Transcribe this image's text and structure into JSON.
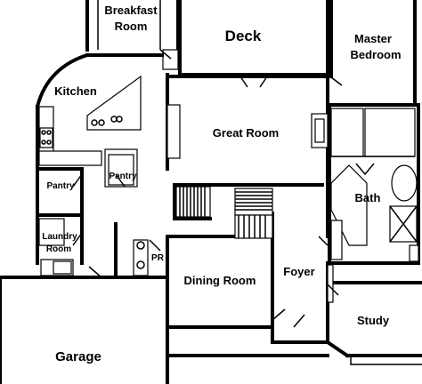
{
  "rooms": {
    "breakfast_line1": "Breakfast",
    "breakfast_line2": "Room",
    "deck": "Deck",
    "master_line1": "Master",
    "master_line2": "Bedroom",
    "kitchen": "Kitchen",
    "great_room": "Great Room",
    "pantry_left": "Pantry",
    "pantry_center": "Pantry",
    "bath": "Bath",
    "laundry_line1": "Laundry",
    "laundry_line2": "Room",
    "powder_room": "PR",
    "dining_room": "Dining Room",
    "foyer": "Foyer",
    "study": "Study",
    "garage": "Garage"
  }
}
